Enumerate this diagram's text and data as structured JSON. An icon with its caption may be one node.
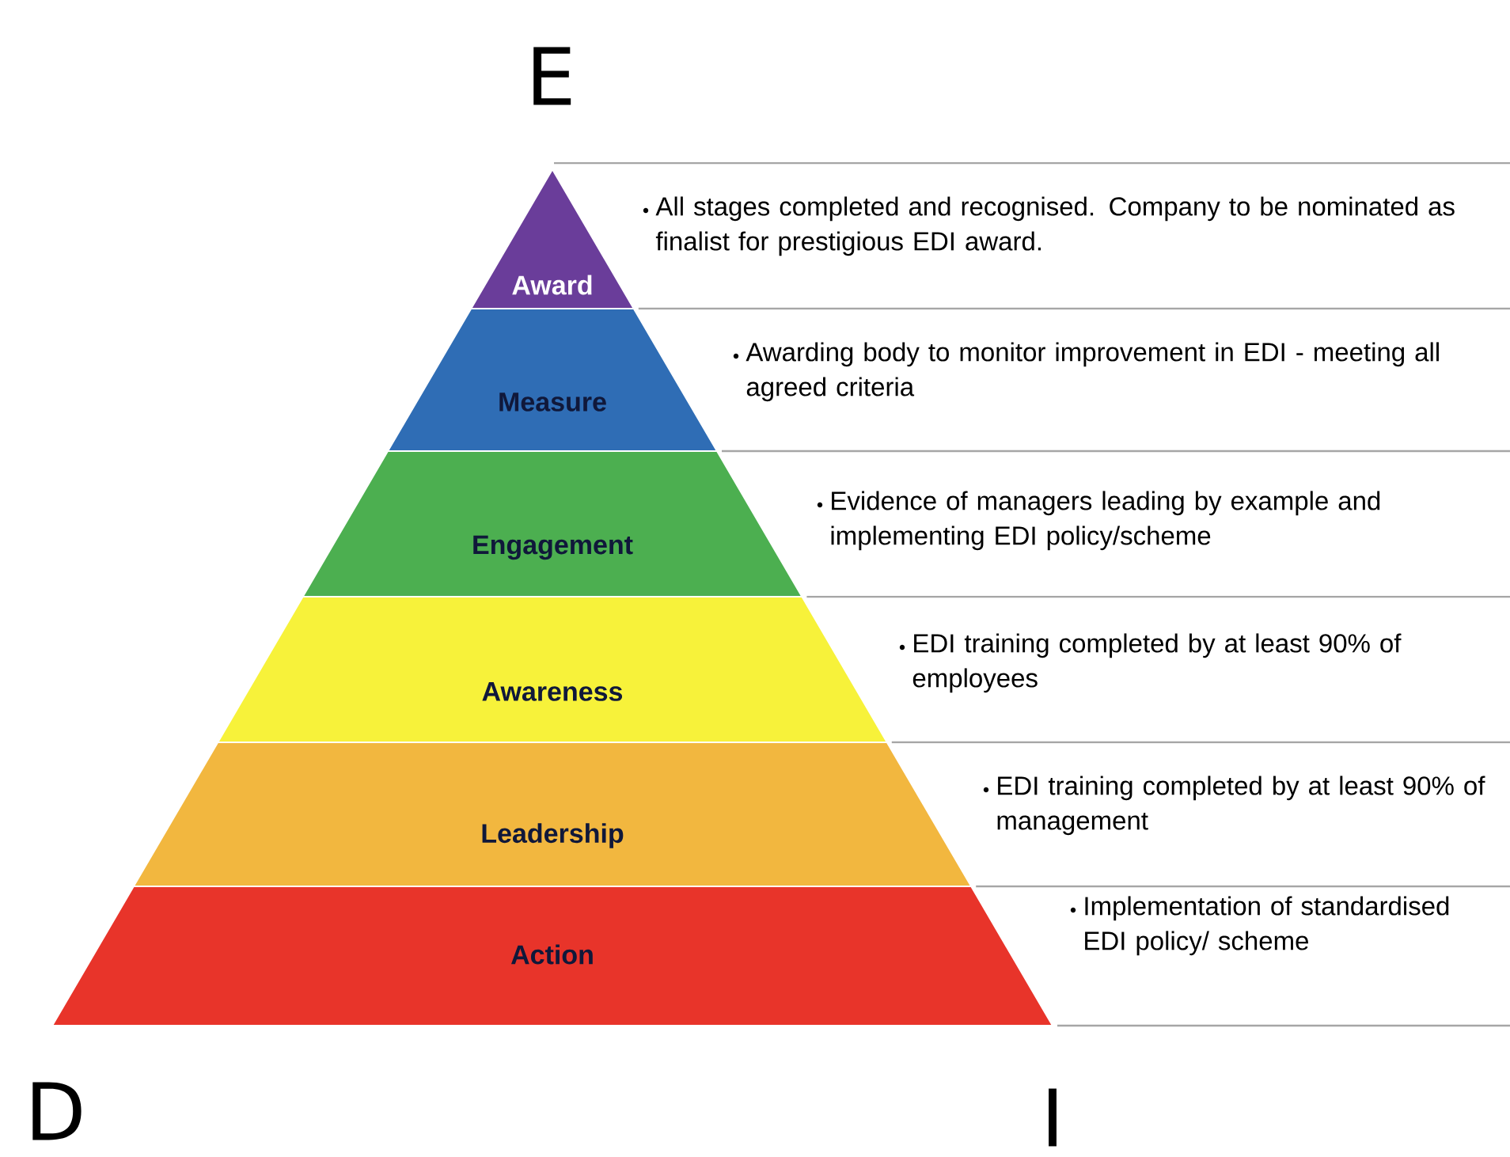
{
  "diagram": {
    "nodes": [
      {
        "text": [
          "Award"
        ],
        "beside": [
          "All stages completed and recognised. Company to be nominated as finalist for prestigious EDI award."
        ]
      },
      {
        "text": [
          "Measure"
        ],
        "beside": [
          "Awarding body to monitor improvement in EDI - meeting all agreed criteria"
        ]
      },
      {
        "text": [
          "Engagement"
        ],
        "beside": [
          "Evidence of managers leading by example and implementing EDI policy/scheme"
        ]
      },
      {
        "text": [
          "Awareness"
        ],
        "beside": [
          "EDI training completed by at least 90% of employees"
        ]
      },
      {
        "text": [
          "Leadership"
        ],
        "beside": [
          "EDI training completed by at least 90% of management"
        ]
      },
      {
        "text": [
          "Action"
        ],
        "beside": [
          "Implementation of standardised EDI policy/ scheme"
        ]
      }
    ],
    "labels": [
      "E",
      "D",
      "I"
    ]
  }
}
